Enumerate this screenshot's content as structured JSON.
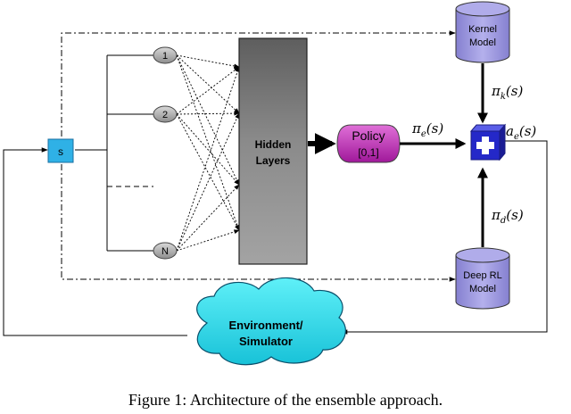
{
  "diagram": {
    "state_label": "s",
    "input_nodes": [
      "1",
      "2",
      "N"
    ],
    "hidden_layers": [
      "Hidden",
      "Layers"
    ],
    "policy_label": [
      "Policy",
      "[0,1]"
    ],
    "kernel_model": [
      "Kernel",
      "Model"
    ],
    "deep_rl_model": [
      "Deep RL",
      "Model"
    ],
    "environment": [
      "Environment/",
      "Simulator"
    ],
    "math": {
      "pi_e": {
        "base": "π",
        "sub": "e",
        "arg": "(s)"
      },
      "pi_k": {
        "base": "π",
        "sub": "k",
        "arg": "(s)"
      },
      "pi_d": {
        "base": "π",
        "sub": "d",
        "arg": "(s)"
      },
      "a_e": {
        "base": "a",
        "sub": "e",
        "arg": "(s)"
      }
    }
  },
  "caption": "Figure 1: Architecture of the ensemble approach.",
  "colors": {
    "state_box": "#2fb1e6",
    "node_fill": "#a9a9a9",
    "hidden_dark": "#5e5e5e",
    "hidden_light": "#a3a3a3",
    "policy": "#b01ea5",
    "cylinder": "#9b96dc",
    "combiner": "#2428c8",
    "cloud": "#29d9e9"
  }
}
